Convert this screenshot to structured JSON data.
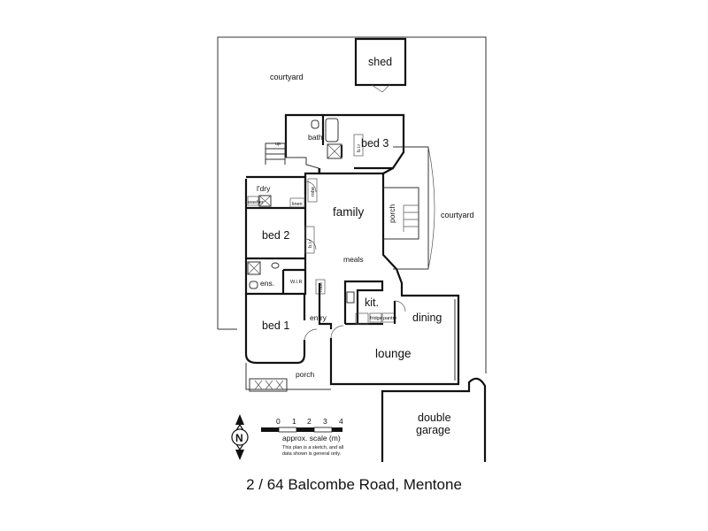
{
  "labels": {
    "courtyard_north": "courtyard",
    "shed": "shed",
    "bath": "bath",
    "bed3": "bed 3",
    "up": "up",
    "laundry": "l'dry",
    "linen": "linen",
    "family": "family",
    "porch_east": "porch",
    "courtyard_east": "courtyard",
    "bed2": "bed 2",
    "meals": "meals",
    "wir": "W.I.R",
    "ensuite": "ens.",
    "kitchen": "kit.",
    "fridge": "fridge",
    "pantry": "pantry",
    "dining": "dining",
    "entry": "entry",
    "bed1": "bed 1",
    "lounge": "lounge",
    "porch_south": "porch",
    "double_garage_line1": "double",
    "double_garage_line2": "garage",
    "robe1": "b.i.r",
    "robe2": "b.i.r",
    "robe3": "robe",
    "robe4": "robe",
    "washer": "washer"
  },
  "scale": {
    "ticks": [
      "0",
      "1",
      "2",
      "3",
      "4"
    ],
    "label": "approx. scale (m)",
    "note_line1": "This plan is a sketch, and all",
    "note_line2": "data shown is general only."
  },
  "compass": {
    "letter": "N"
  },
  "caption": "2 / 64 Balcombe Road, Mentone"
}
